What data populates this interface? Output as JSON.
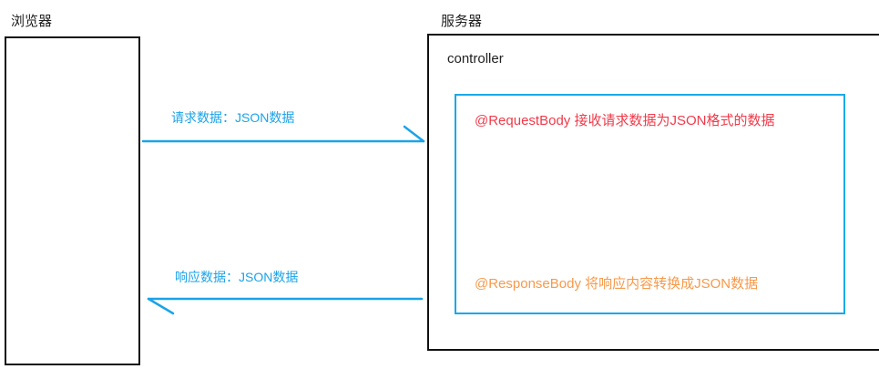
{
  "browser": {
    "title": "浏览器"
  },
  "server": {
    "title": "服务器",
    "controller_label": "controller"
  },
  "request": {
    "label": "请求数据：JSON数据",
    "annotation": "@RequestBody 接收请求数据为JSON格式的数据"
  },
  "response": {
    "label": "响应数据：JSON数据",
    "annotation": "@ResponseBody 将响应内容转换成JSON数据"
  },
  "colors": {
    "arrow": "#1aa3e8",
    "request_annotation": "#f03a4a",
    "response_annotation": "#f7994a",
    "inner_box": "#1aa8e8"
  }
}
